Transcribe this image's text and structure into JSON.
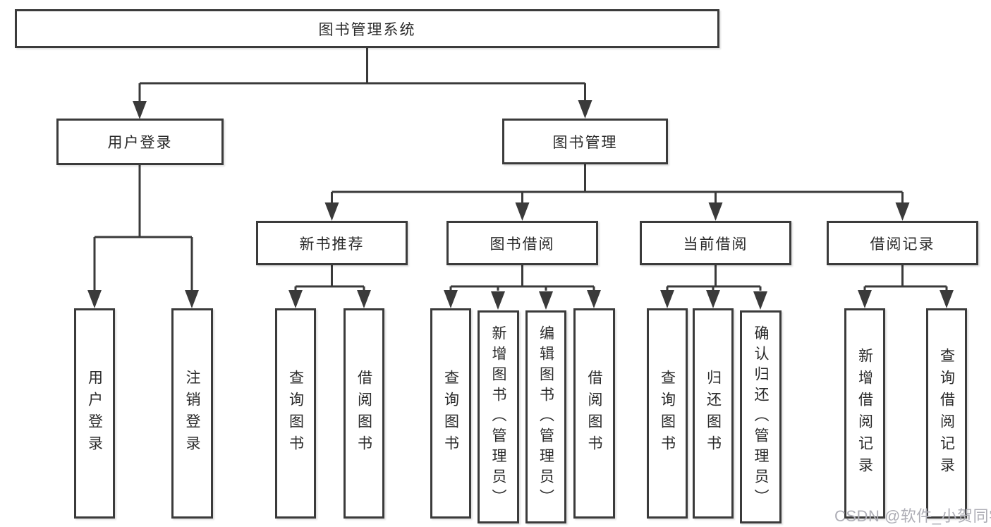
{
  "tree": {
    "root": {
      "label": "图书管理系统",
      "children": [
        {
          "label": "用户登录",
          "children": [
            {
              "label": "用户登录"
            },
            {
              "label": "注销登录"
            }
          ]
        },
        {
          "label": "图书管理",
          "children": [
            {
              "label": "新书推荐",
              "children": [
                {
                  "label": "查询图书"
                },
                {
                  "label": "借阅图书"
                }
              ]
            },
            {
              "label": "图书借阅",
              "children": [
                {
                  "label": "查询图书"
                },
                {
                  "label": "新增图书（管理员）"
                },
                {
                  "label": "编辑图书（管理员）"
                },
                {
                  "label": "借阅图书"
                }
              ]
            },
            {
              "label": "当前借阅",
              "children": [
                {
                  "label": "查询图书"
                },
                {
                  "label": "归还图书"
                },
                {
                  "label": "确认归还（管理员）"
                }
              ]
            },
            {
              "label": "借阅记录",
              "children": [
                {
                  "label": "新增借阅记录"
                },
                {
                  "label": "查询借阅记录"
                }
              ]
            }
          ]
        }
      ]
    }
  },
  "watermark": "CSDN @软件_小贺同学",
  "colors": {
    "line": "#3a3a3a",
    "box_border": "#3b3b3b",
    "text": "#2a2a2a",
    "watermark": "#aeaeb6",
    "background": "#ffffff"
  }
}
